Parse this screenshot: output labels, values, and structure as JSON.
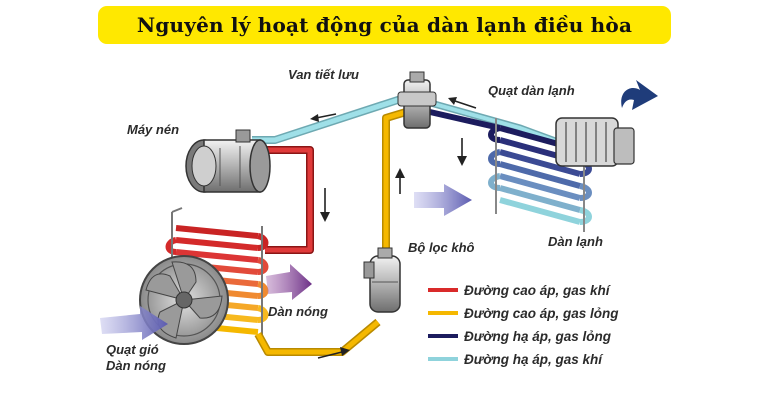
{
  "title": "Nguyên lý hoạt động của dàn lạnh điều hòa",
  "labels": {
    "expansion_valve": "Van tiết lưu",
    "compressor": "Máy nén",
    "evaporator_fan": "Quạt dàn lạnh",
    "evaporator": "Dàn lạnh",
    "filter_drier": "Bộ lọc khô",
    "condenser": "Dàn nóng",
    "condenser_fan_line1": "Quạt gió",
    "condenser_fan_line2": "Dàn nóng"
  },
  "legend": [
    {
      "label": "Đường cao áp, gas khí",
      "color": "#d92a2a"
    },
    {
      "label": "Đường cao áp, gas lỏng",
      "color": "#f5b800"
    },
    {
      "label": "Đường hạ áp, gas lỏng",
      "color": "#1c1c5e"
    },
    {
      "label": "Đường hạ áp, gas khí",
      "color": "#8fd3dc"
    }
  ],
  "colors": {
    "title_bg": "#ffe800",
    "high_pressure_gas": "#d92a2a",
    "high_pressure_liquid": "#f5b800",
    "low_pressure_liquid": "#1c1c5e",
    "low_pressure_gas": "#8fd3dc",
    "airflow_arrow": "#6a6ab8"
  }
}
